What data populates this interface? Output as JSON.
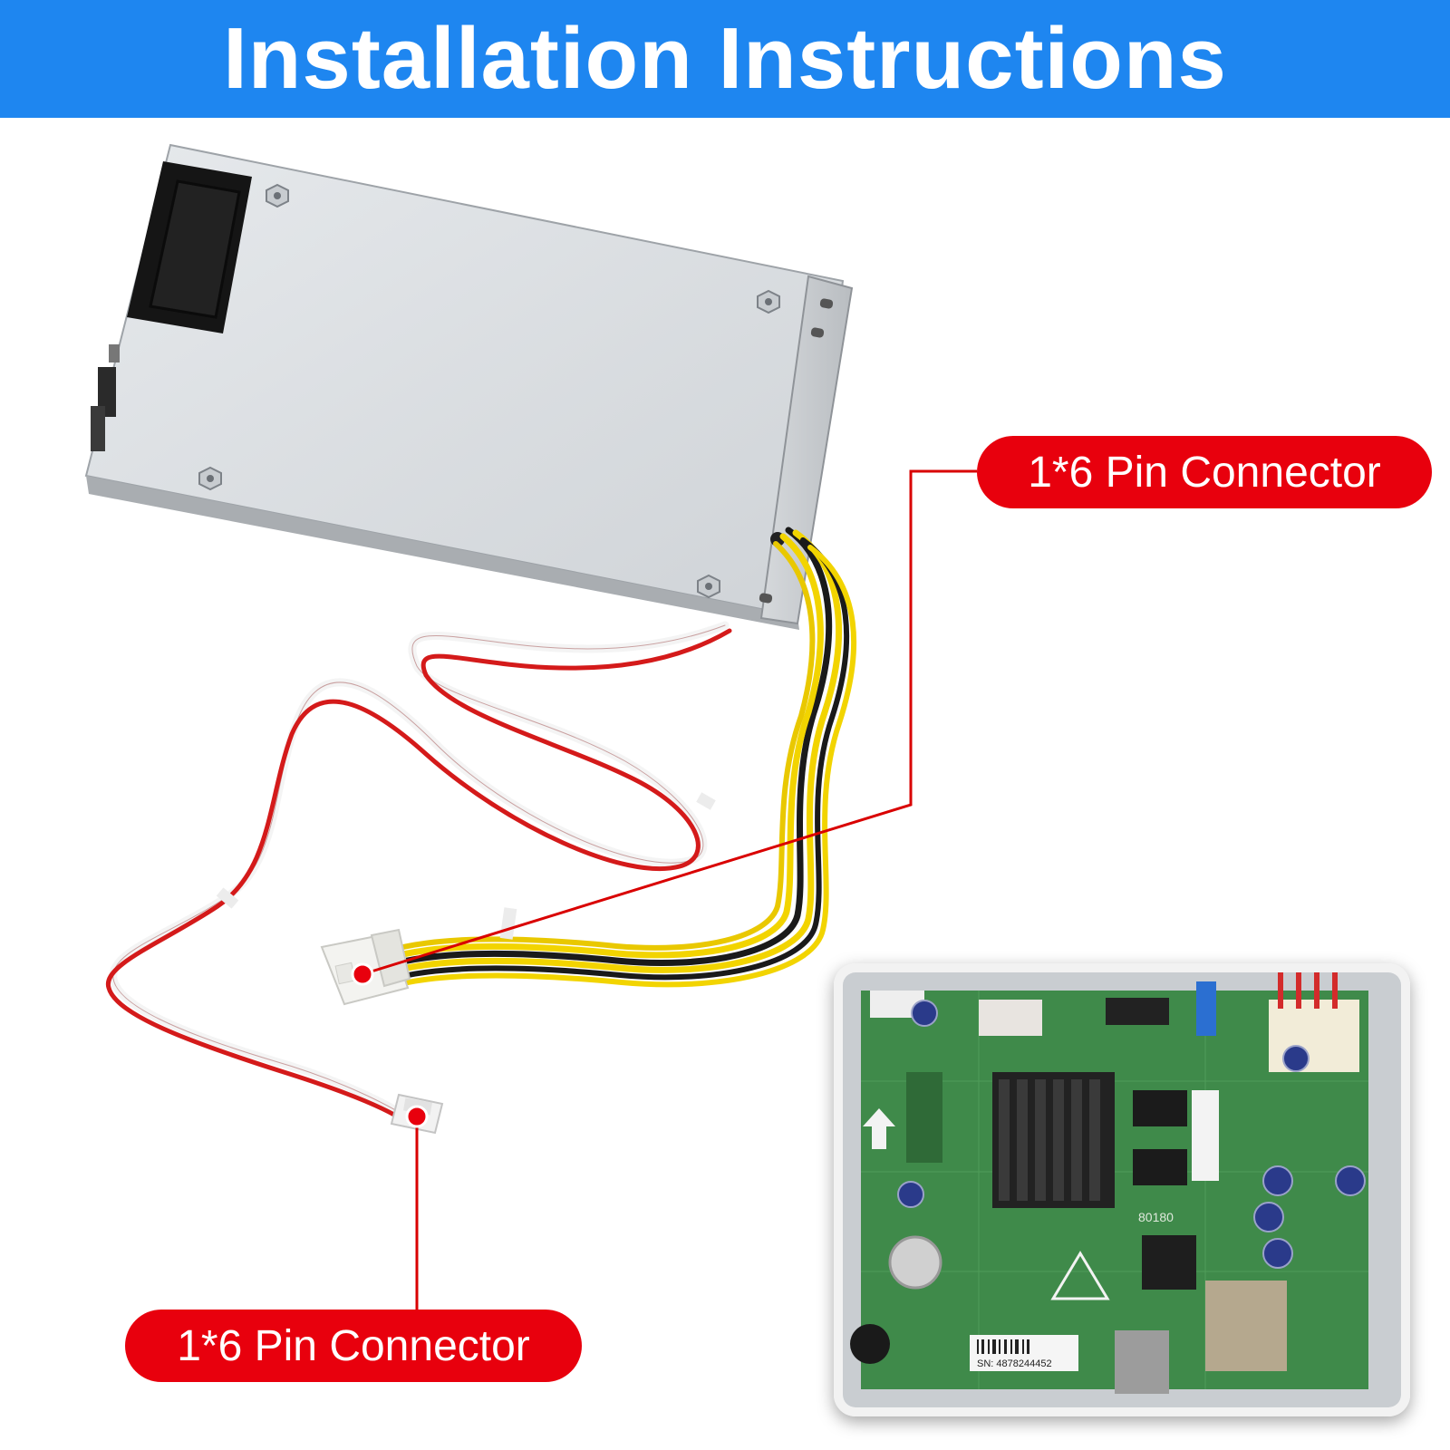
{
  "header": {
    "title": "Installation Instructions"
  },
  "callouts": [
    {
      "label": "1*6 Pin Connector"
    },
    {
      "label": "1*6 Pin Connector"
    }
  ],
  "board": {
    "chip_text": "80180",
    "serial_text": "SN: 4878244452"
  },
  "colors": {
    "banner": "#1e86f0",
    "callout": "#e8000d",
    "board_green": "#3f8a4a"
  }
}
